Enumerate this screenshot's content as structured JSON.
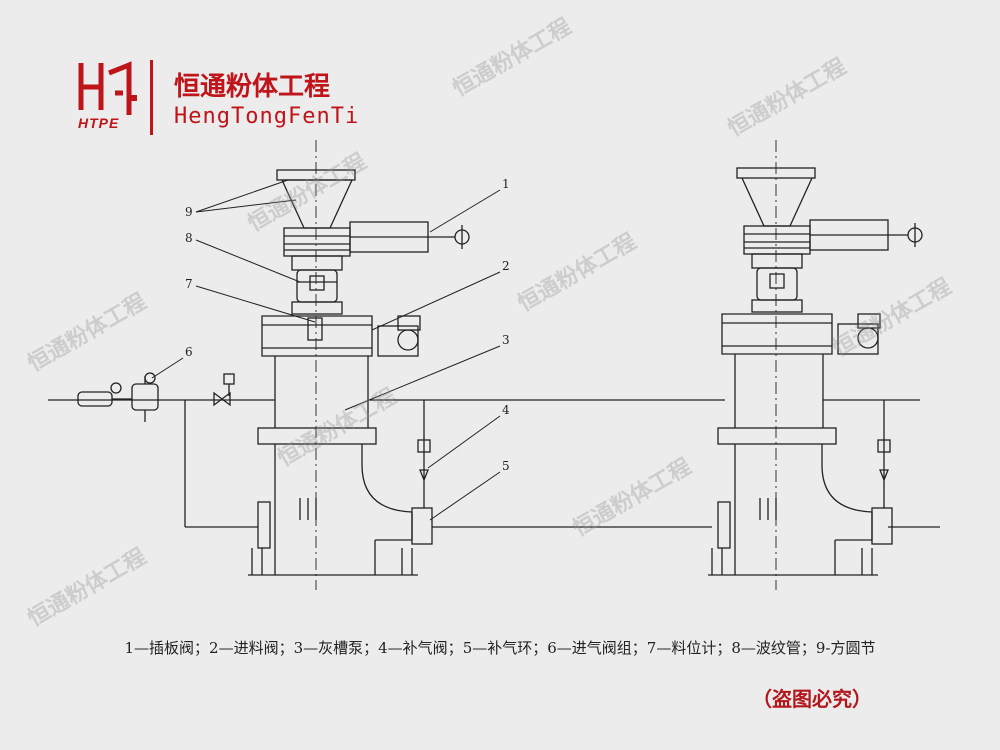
{
  "brand": {
    "logo_text": "HTPE",
    "name_cn": "恒通粉体工程",
    "name_en": "HengTongFenTi"
  },
  "callouts": [
    "1",
    "2",
    "3",
    "4",
    "5",
    "6",
    "7",
    "8",
    "9"
  ],
  "legend": [
    "1—插板阀；",
    "2—进料阀；",
    "3—灰槽泵；",
    "4—补气阀；",
    "5—补气环；",
    "6—进气阀组；",
    "7—料位计；",
    "8—波纹管；",
    "9-方圆节"
  ],
  "notice": "（盗图必究）",
  "watermark": "恒通粉体工程",
  "colors": {
    "brand": "#c0141b",
    "line": "#222222",
    "background": "#ececec"
  }
}
